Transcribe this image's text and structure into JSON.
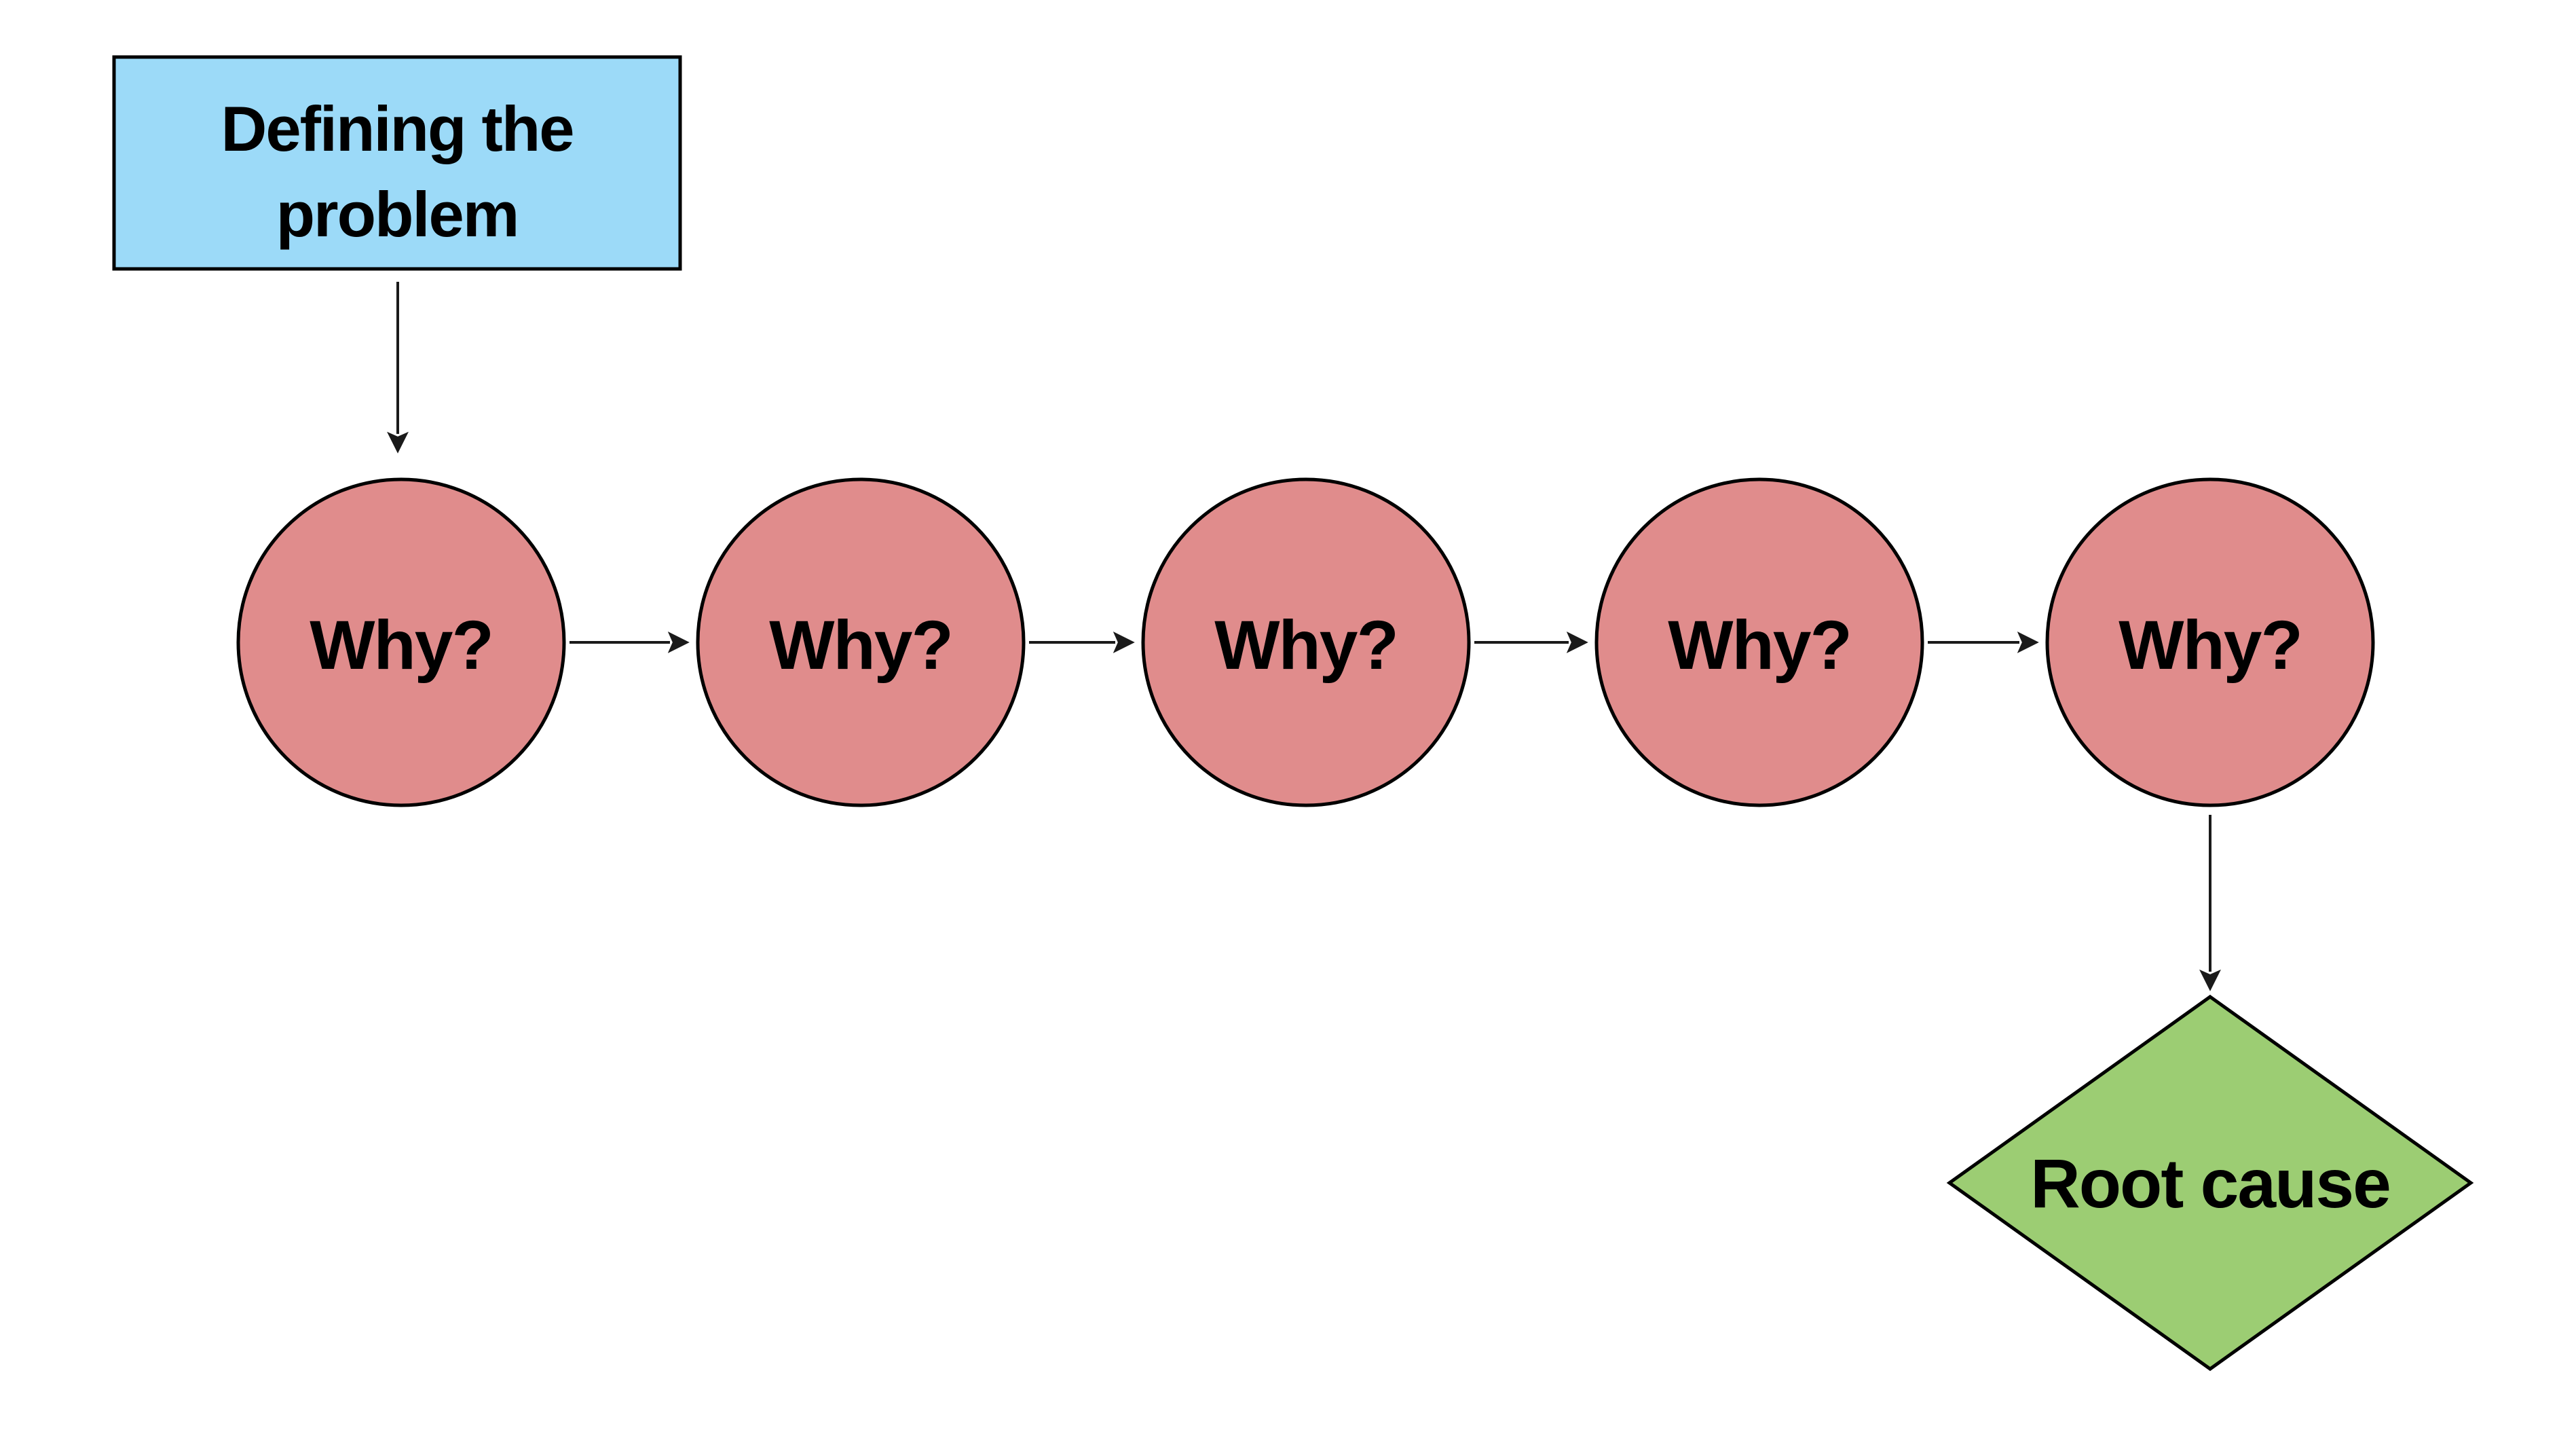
{
  "diagram": {
    "nodes": {
      "problem": {
        "label": "Defining the problem",
        "lines": [
          "Defining the",
          "problem"
        ]
      },
      "whys": [
        {
          "label": "Why?"
        },
        {
          "label": "Why?"
        },
        {
          "label": "Why?"
        },
        {
          "label": "Why?"
        },
        {
          "label": "Why?"
        }
      ],
      "root": {
        "label": "Root cause"
      }
    },
    "colors": {
      "problem_fill": "#9cdaf8",
      "why_fill": "#e08c8c",
      "root_fill": "#9ccd73",
      "node_stroke": "#000000",
      "arrow": "#1a1a1a",
      "text": "#000000",
      "background": "#ffffff"
    }
  }
}
